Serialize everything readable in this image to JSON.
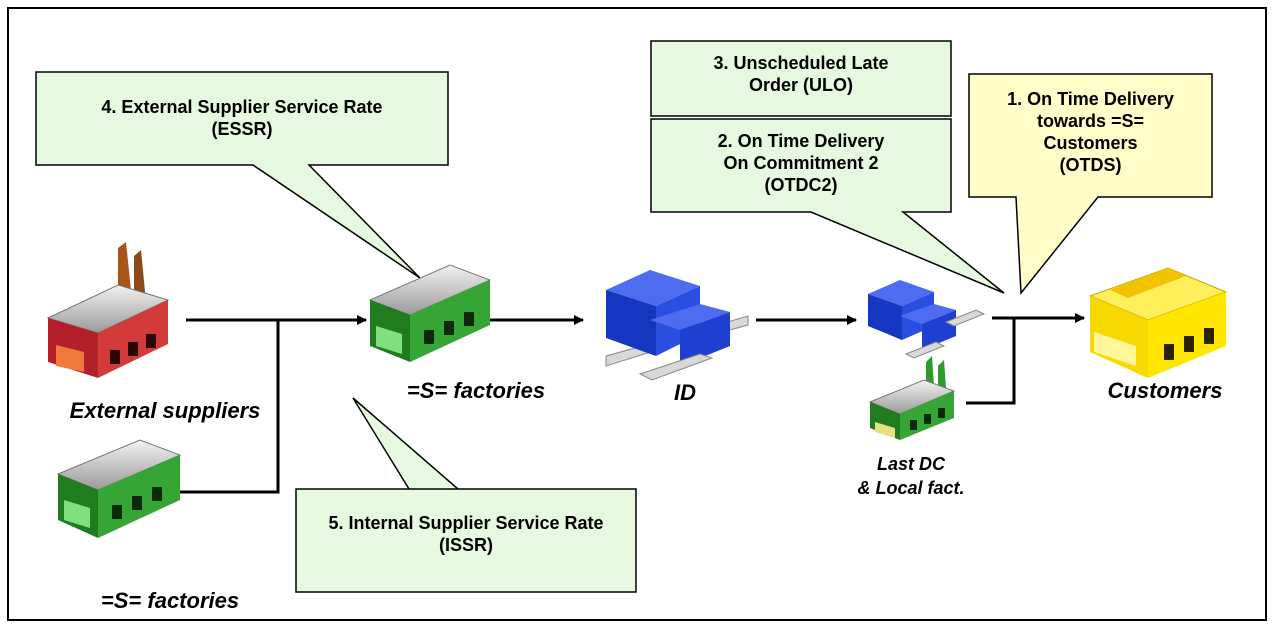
{
  "callouts": {
    "essr": "4. External Supplier Service Rate\n(ESSR)",
    "ulo": "3. Unscheduled Late\nOrder (ULO)",
    "otdc2": "2. On Time Delivery\nOn Commitment 2\n(OTDC2)",
    "otds": "1. On Time Delivery\ntowards =S=\nCustomers\n(OTDS)",
    "issr": "5. Internal Supplier Service Rate\n(ISSR)"
  },
  "nodes": {
    "external_suppliers": "External suppliers",
    "s_factories_bottom": "=S= factories",
    "s_factories_mid": "=S= factories",
    "id": "ID",
    "last_dc": "Last DC\n& Local fact.",
    "customers": "Customers"
  },
  "colors": {
    "callout_green": "#e6f8df",
    "callout_yellow": "#fffdc8",
    "factory_red": "#c0202a",
    "factory_green": "#2e9b2e",
    "warehouse_blue": "#1f3fd0",
    "customer_yellow": "#ffe600"
  }
}
